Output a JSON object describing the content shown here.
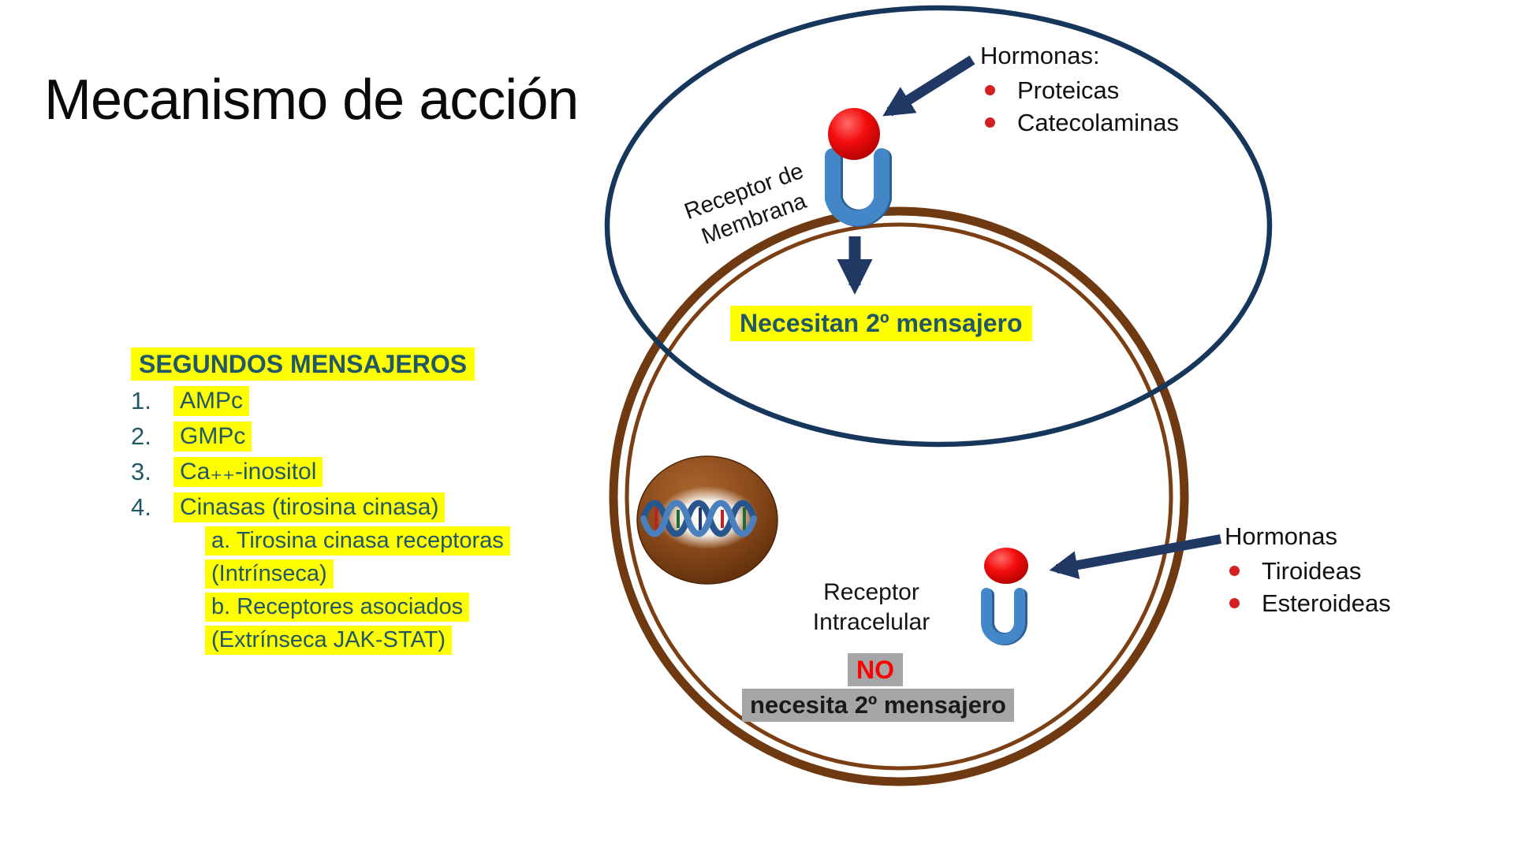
{
  "slide": {
    "title": "Mecanismo de acción"
  },
  "membrane_pathway": {
    "receptor_label": {
      "line1": "Receptor de",
      "line2": "Membrana"
    },
    "hormones": {
      "heading": "Hormonas:",
      "bullets": [
        "Proteicas",
        "Catecolaminas"
      ]
    },
    "note": "Necesitan 2º mensajero"
  },
  "second_messengers": {
    "heading": "SEGUNDOS MENSAJEROS",
    "items": [
      {
        "num": "1.",
        "label": "AMPc"
      },
      {
        "num": "2.",
        "label": "GMPc"
      },
      {
        "num": "3.",
        "label": "Ca₊₊-inositol"
      },
      {
        "num": "4.",
        "label": "Cinasas (tirosina cinasa)"
      }
    ],
    "subitems": [
      "a. Tirosina cinasa receptoras",
      "(Intrínseca)",
      "b. Receptores asociados",
      "(Extrínseca JAK-STAT)"
    ]
  },
  "intracellular_pathway": {
    "receptor_label": {
      "line1": "Receptor",
      "line2": "Intracelular"
    },
    "hormones": {
      "heading": "Hormonas",
      "bullets": [
        "Tiroideas",
        "Esteroideas"
      ]
    },
    "note_no": "NO",
    "note_text": "necesita 2º mensajero"
  },
  "colors": {
    "highlight_yellow": "#ffff00",
    "teal_text": "#215868",
    "navy_arrow": "#1f3864",
    "ellipse_navy": "#16365c",
    "membrane_brown": "#6f3911",
    "receptor_blue": "#4487c9",
    "hormone_red": "#e00000",
    "note_gray": "#a6a6a6",
    "no_red": "#fe0000"
  }
}
